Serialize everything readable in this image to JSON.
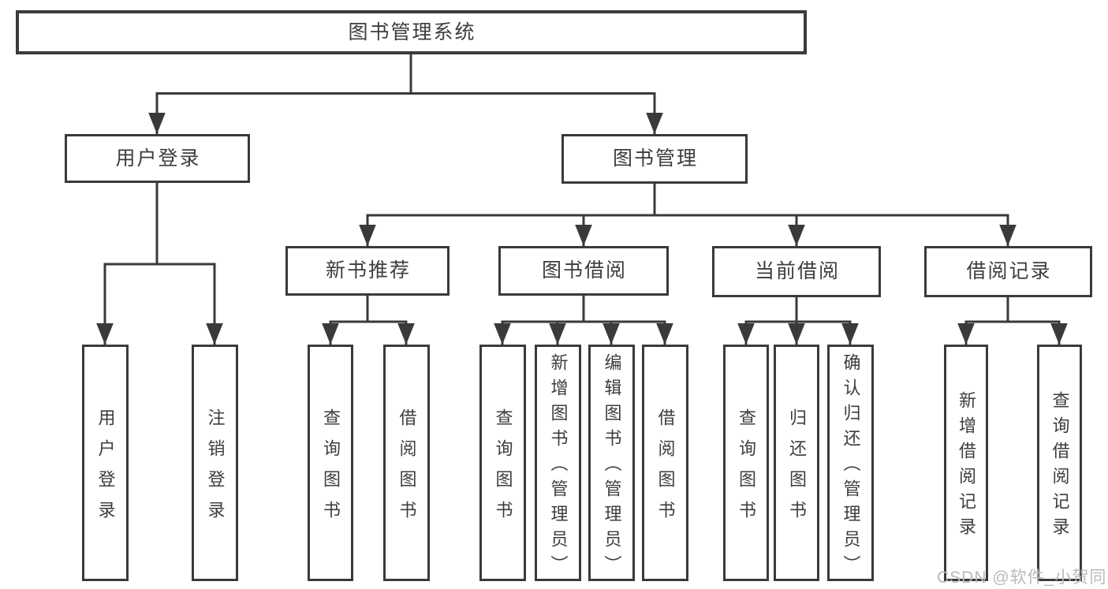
{
  "diagram": {
    "root": {
      "label": "图书管理系统"
    },
    "level2": [
      {
        "label": "用户登录"
      },
      {
        "label": "图书管理"
      }
    ],
    "level3": [
      {
        "label": "新书推荐"
      },
      {
        "label": "图书借阅"
      },
      {
        "label": "当前借阅"
      },
      {
        "label": "借阅记录"
      }
    ],
    "leaves": [
      {
        "label": "用户登录"
      },
      {
        "label": "注销登录"
      },
      {
        "label": "查询图书"
      },
      {
        "label": "借阅图书"
      },
      {
        "label": "查询图书"
      },
      {
        "label": "新增图书（管理员）"
      },
      {
        "label": "编辑图书（管理员）"
      },
      {
        "label": "借阅图书"
      },
      {
        "label": "查询图书"
      },
      {
        "label": "归还图书"
      },
      {
        "label": "确认归还（管理员）"
      },
      {
        "label": "新增借阅记录"
      },
      {
        "label": "查询借阅记录"
      }
    ],
    "watermark": "CSDN @软件_小贺同学",
    "colors": {
      "line": "#3a3a3a",
      "text": "#3d3d3d",
      "watermark": "#b9b9b9",
      "background": "#ffffff"
    }
  }
}
